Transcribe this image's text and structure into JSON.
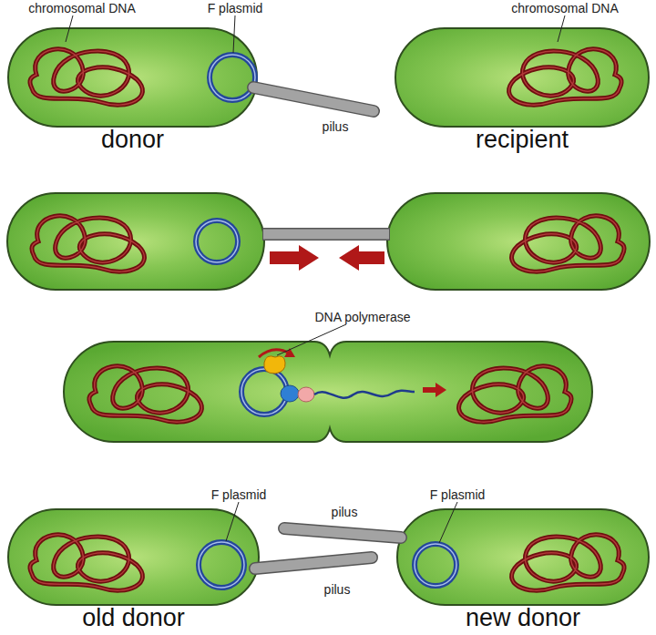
{
  "diagram": {
    "nodes": [
      {
        "text": [
          "donor"
        ]
      },
      {
        "text": [
          "recipient"
        ]
      },
      {
        "text": [
          "old donor"
        ]
      },
      {
        "text": [
          "new donor"
        ]
      }
    ],
    "labels": [
      "chromosomal DNA",
      "F plasmid",
      "chromosomal DNA",
      "pilus",
      "DNA polymerase",
      "F plasmid",
      "F plasmid",
      "pilus",
      "pilus"
    ]
  }
}
